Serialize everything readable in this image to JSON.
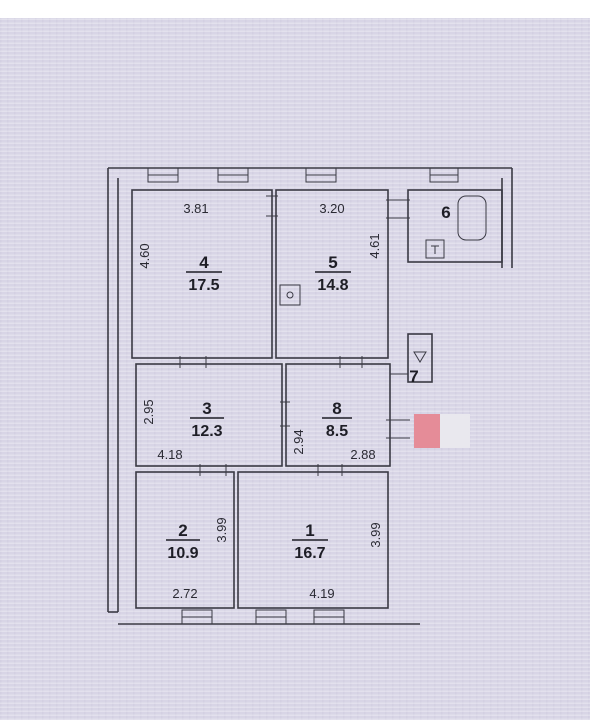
{
  "rooms": [
    {
      "id": "4",
      "number": "4",
      "area": "17.5"
    },
    {
      "id": "5",
      "number": "5",
      "area": "14.8"
    },
    {
      "id": "3",
      "number": "3",
      "area": "12.3"
    },
    {
      "id": "8",
      "number": "8",
      "area": "8.5"
    },
    {
      "id": "2",
      "number": "2",
      "area": "10.9"
    },
    {
      "id": "1",
      "number": "1",
      "area": "16.7"
    },
    {
      "id": "6",
      "number": "6"
    },
    {
      "id": "7",
      "number": "7"
    }
  ],
  "dimensions": {
    "r4_width": "3.81",
    "r4_height": "4.60",
    "r5_width": "3.20",
    "r5_height": "4.61",
    "r3_height": "2.95",
    "r3_width": "4.18",
    "r8_height": "2.94",
    "r8_width": "2.88",
    "r2_height": "3.99",
    "r2_width": "2.72",
    "r1_height": "3.99",
    "r1_width": "4.19"
  },
  "colors": {
    "paper": "#d8d5e6",
    "lines": "#3a3a44",
    "redaction_pink": "#e58c98",
    "redaction_gray": "#e9e8ee"
  }
}
